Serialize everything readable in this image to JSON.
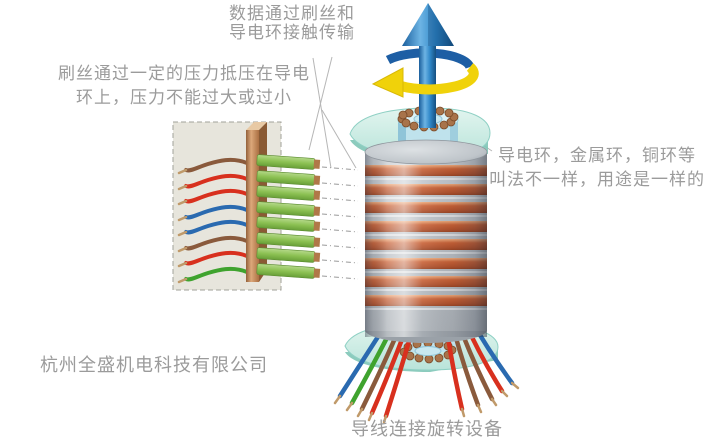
{
  "annotations": {
    "top": {
      "line1": "数据通过刷丝和",
      "line2": "导电环接触传输"
    },
    "left": {
      "line1": "刷丝通过一定的压力抵压在导电",
      "line2": "环上，压力不能过大或过小"
    },
    "right": {
      "line1": "导电环，金属环，铜环等",
      "line2": "叫法不一样，用途是一样的"
    },
    "bottom_caption": "导线连接旋转设备",
    "company": "杭州全盛机电科技有限公司"
  },
  "diagram": {
    "type": "slip-ring-structure-diagram",
    "ring_count": 8,
    "brush_arm_count": 8,
    "brush_wire_colors_top_to_bottom": [
      "brown",
      "red",
      "red",
      "blue",
      "blue",
      "brown",
      "red",
      "green"
    ],
    "bottom_wire_colors_left_to_right": [
      "blue",
      "green",
      "brown",
      "red",
      "red",
      "red",
      "brown",
      "brown",
      "red",
      "blue"
    ],
    "icons": [
      "up-arrow-icon",
      "rotation-arrow-icon",
      "bearing-icon"
    ]
  },
  "colors": {
    "text": "#9b9b9b",
    "copper_ring": "#c05a32",
    "copper_ring_highlight": "#e89a6e",
    "silver_band": "#b3b9bf",
    "brush_arm_green": "#8cc153",
    "brush_block_copper": "#c98f5e",
    "shaft_blue": "#2f87c8",
    "rotation_arrow_yellow": "#f0d20a",
    "rotation_arrow_blue": "#1d5ea4",
    "flange_teal": "#cdeee6",
    "wire_red": "#d8301e",
    "wire_blue": "#2a6ab0",
    "wire_brown": "#8a5a3c",
    "wire_green": "#3fa32e",
    "panel_background": "#e7e5dc"
  }
}
